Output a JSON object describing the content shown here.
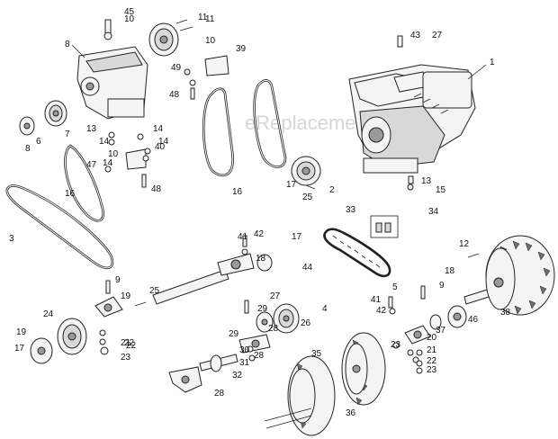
{
  "diagram": {
    "watermark": "eReplacementParts.com",
    "callouts": [
      "1",
      "2",
      "3",
      "4",
      "5",
      "6",
      "7",
      "8",
      "8",
      "9",
      "9",
      "10",
      "10",
      "10",
      "11",
      "11",
      "12",
      "13",
      "13",
      "14",
      "14",
      "14",
      "14",
      "15",
      "16",
      "16",
      "17",
      "17",
      "17",
      "18",
      "18",
      "19",
      "19",
      "20",
      "21",
      "21",
      "22",
      "22",
      "22",
      "23",
      "23",
      "23",
      "24",
      "25",
      "25",
      "26",
      "27",
      "27",
      "28",
      "28",
      "28",
      "29",
      "29",
      "30",
      "31",
      "32",
      "33",
      "34",
      "35",
      "36",
      "37",
      "38",
      "39",
      "40",
      "41",
      "41",
      "42",
      "42",
      "43",
      "44",
      "45",
      "46",
      "47",
      "48",
      "48",
      "49"
    ]
  }
}
